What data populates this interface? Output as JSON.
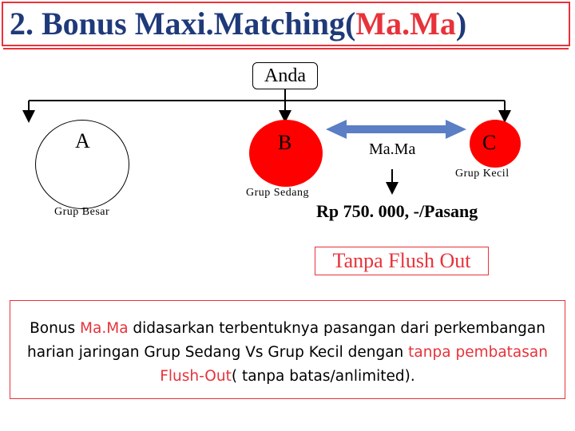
{
  "title": {
    "main": "2. Bonus Maxi.Matching(",
    "accent": "Ma.Ma",
    "close": ")"
  },
  "root": {
    "label": "Anda"
  },
  "groups": {
    "a": {
      "label": "A",
      "caption": "Grup Besar"
    },
    "b": {
      "label": "B",
      "caption": "Grup Sedang"
    },
    "c": {
      "label": "C",
      "caption": "Grup Kecil"
    }
  },
  "matching": {
    "label": "Ma.Ma"
  },
  "price": "Rp 750. 000, -/Pasang",
  "flush_out": "Tanpa Flush Out",
  "description": {
    "p1": "Bonus ",
    "p2": "Ma.Ma",
    "p3": " didasarkan terbentuknya pasangan dari perkembangan harian jaringan Grup Sedang Vs Grup Kecil dengan ",
    "p4": "tanpa pembatasan Flush-Out",
    "p5": "( tanpa batas/anlimited)."
  },
  "colors": {
    "title_blue": "#1f3a7a",
    "accent_red": "#e8323a",
    "node_red": "#ff0000",
    "arrow_blue": "#5b7ec4"
  }
}
